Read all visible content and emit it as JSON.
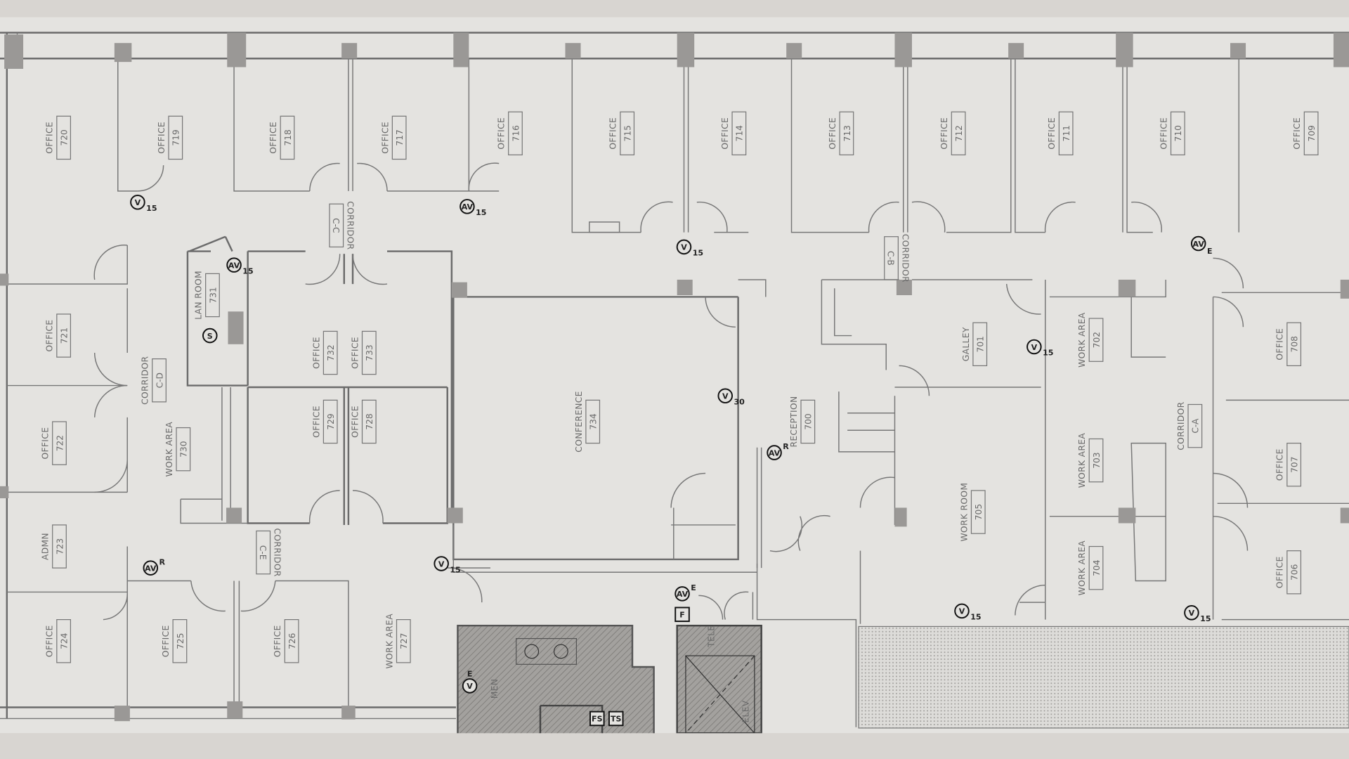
{
  "plan": {
    "rooms": [
      {
        "type": "OFFICE",
        "number": "720"
      },
      {
        "type": "OFFICE",
        "number": "719"
      },
      {
        "type": "OFFICE",
        "number": "718"
      },
      {
        "type": "OFFICE",
        "number": "717"
      },
      {
        "type": "OFFICE",
        "number": "716"
      },
      {
        "type": "OFFICE",
        "number": "715"
      },
      {
        "type": "OFFICE",
        "number": "714"
      },
      {
        "type": "OFFICE",
        "number": "713"
      },
      {
        "type": "OFFICE",
        "number": "712"
      },
      {
        "type": "OFFICE",
        "number": "711"
      },
      {
        "type": "OFFICE",
        "number": "710"
      },
      {
        "type": "OFFICE",
        "number": "709"
      },
      {
        "type": "OFFICE",
        "number": "721"
      },
      {
        "type": "OFFICE",
        "number": "722"
      },
      {
        "type": "ADMN",
        "number": "723"
      },
      {
        "type": "OFFICE",
        "number": "724"
      },
      {
        "type": "OFFICE",
        "number": "725"
      },
      {
        "type": "OFFICE",
        "number": "726"
      },
      {
        "type": "WORK AREA",
        "number": "727"
      },
      {
        "type": "LAN ROOM",
        "number": "731"
      },
      {
        "type": "OFFICE",
        "number": "732"
      },
      {
        "type": "OFFICE",
        "number": "733"
      },
      {
        "type": "OFFICE",
        "number": "729"
      },
      {
        "type": "OFFICE",
        "number": "728"
      },
      {
        "type": "WORK AREA",
        "number": "730"
      },
      {
        "type": "CONFERENCE",
        "number": "734"
      },
      {
        "type": "RECEPTION",
        "number": "700"
      },
      {
        "type": "GALLEY",
        "number": "701"
      },
      {
        "type": "WORK AREA",
        "number": "702"
      },
      {
        "type": "WORK AREA",
        "number": "703"
      },
      {
        "type": "WORK AREA",
        "number": "704"
      },
      {
        "type": "WORK ROOM",
        "number": "705"
      },
      {
        "type": "OFFICE",
        "number": "708"
      },
      {
        "type": "OFFICE",
        "number": "707"
      },
      {
        "type": "OFFICE",
        "number": "706"
      },
      {
        "type": "CORRIDOR",
        "number": "C-D"
      },
      {
        "type": "CORRIDOR",
        "number": "C-C"
      },
      {
        "type": "CORRIDOR",
        "number": "C-E"
      },
      {
        "type": "CORRIDOR",
        "number": "C-B"
      },
      {
        "type": "CORRIDOR",
        "number": "C-A"
      }
    ],
    "labels": {
      "men": "MEN",
      "elev": "ELEV",
      "tele": "TELE"
    },
    "sensors": [
      {
        "symbol": "V",
        "tag": "15"
      },
      {
        "symbol": "AV",
        "tag": "15"
      },
      {
        "symbol": "V",
        "tag": "15"
      },
      {
        "symbol": "AV",
        "tag": "E"
      },
      {
        "symbol": "AV",
        "tag": "15"
      },
      {
        "symbol": "S",
        "tag": ""
      },
      {
        "symbol": "V",
        "tag": "30"
      },
      {
        "symbol": "V",
        "tag": "15"
      },
      {
        "symbol": "AV",
        "tag": "R"
      },
      {
        "symbol": "V",
        "tag": "15"
      },
      {
        "symbol": "AV",
        "tag": "R"
      },
      {
        "symbol": "V",
        "tag": "15"
      },
      {
        "symbol": "V",
        "tag": "15"
      },
      {
        "symbol": "AV",
        "tag": "E"
      },
      {
        "symbol": "V",
        "tag": "E"
      },
      {
        "symbol": "F",
        "tag": ""
      },
      {
        "symbol": "FS",
        "tag": ""
      },
      {
        "symbol": "TS",
        "tag": ""
      }
    ],
    "colors": {
      "paper": "#e4e3e0",
      "wall": "#6b6b6b",
      "hatch": "#9c9a97",
      "background": "#d8d5d1"
    }
  }
}
